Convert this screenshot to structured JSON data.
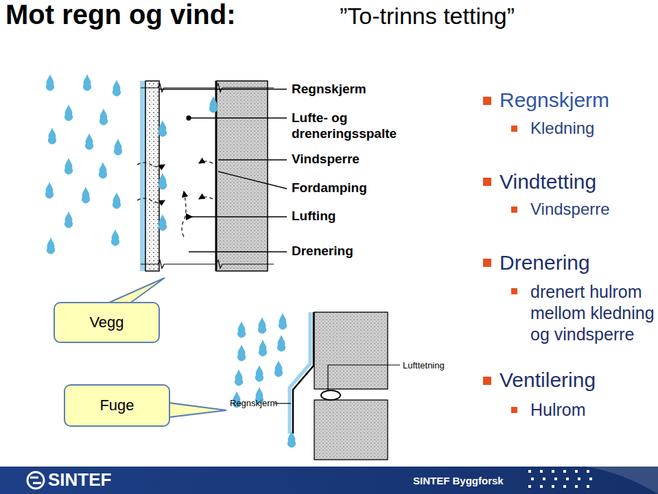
{
  "diagram": {
    "title": "Mot regn og vind:",
    "nodes": [
      {
        "text": [
          "Vegg"
        ]
      },
      {
        "text": [
          "Fuge"
        ]
      }
    ],
    "labels": [
      "”To-trinns tetting”",
      "Regnskjerm",
      "Lufte- og dreneringsspalte",
      "Vindsperre",
      "Fordamping",
      "Lufting",
      "Drenering",
      "Lufttetning",
      "Regnskjerm",
      "Regnskjerm",
      "Kledning",
      "Vindtetting",
      "Vindsperre",
      "Drenering",
      "drenert hulrom mellom kledning og vindsperre",
      "Ventilering",
      "Hulrom",
      "SINTEF",
      "SINTEF Byggforsk"
    ]
  }
}
